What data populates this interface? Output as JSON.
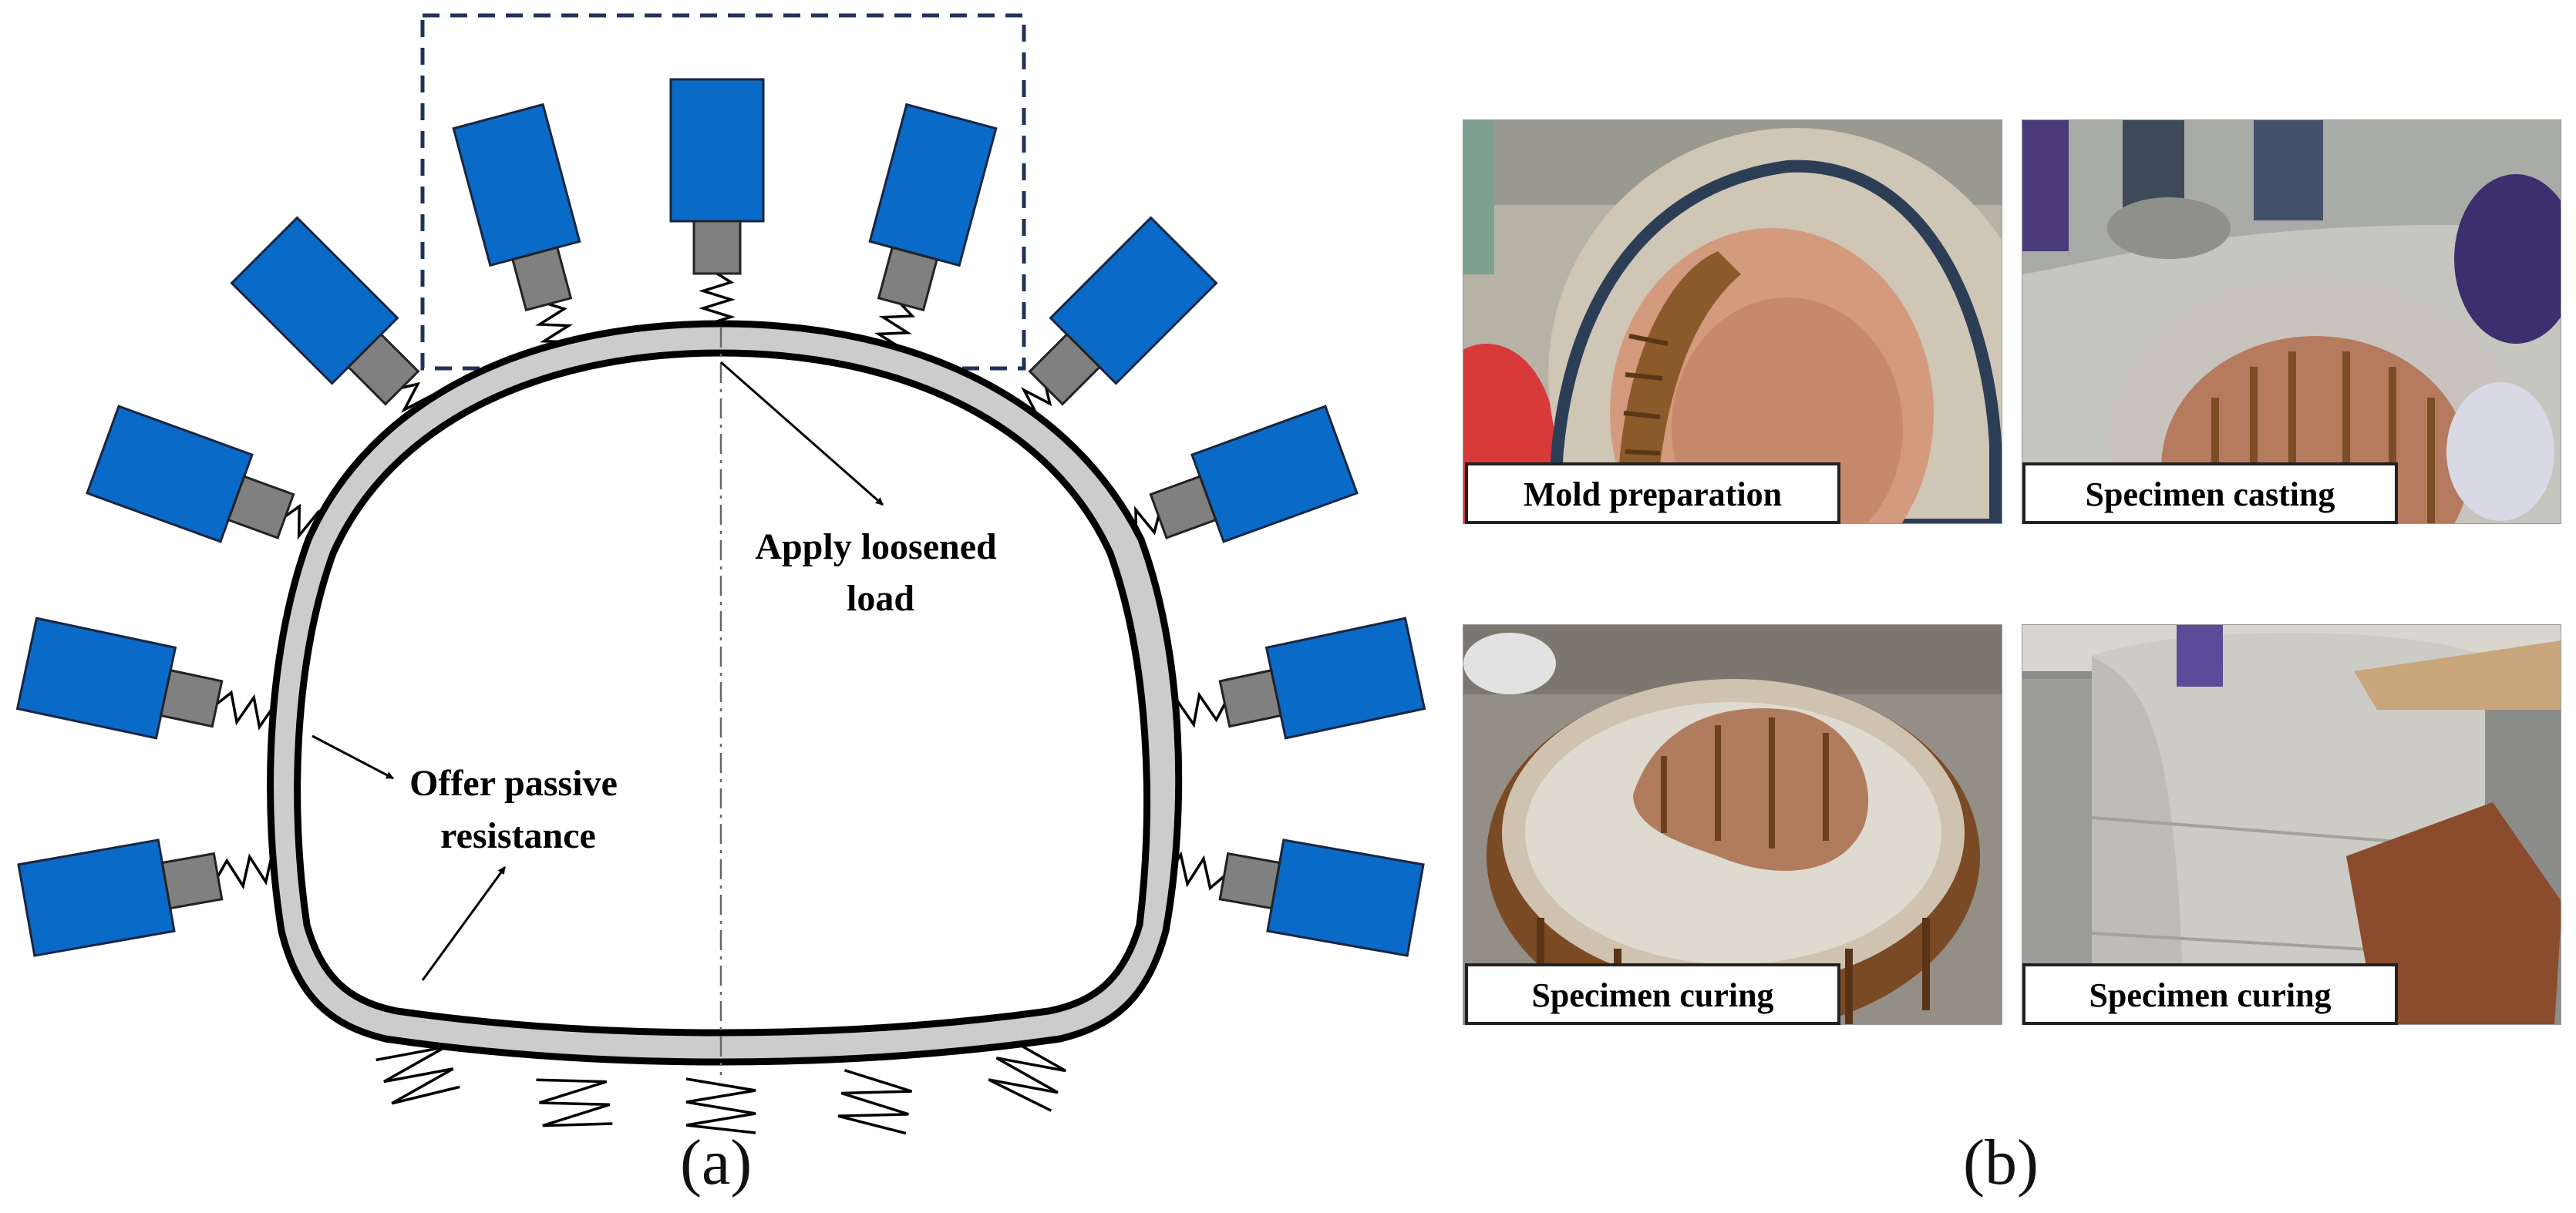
{
  "panel_a": {
    "label": "(a)",
    "annotation_loosened": [
      "Apply loosened",
      "load"
    ],
    "annotation_passive": [
      "Offer passive",
      "resistance"
    ],
    "colors": {
      "actuator_body": "#0a6ac8",
      "actuator_piston": "#808080",
      "lining_fill": "#cccccc",
      "lining_stroke": "#000000",
      "dashed_box": "#1f3358"
    }
  },
  "panel_b": {
    "label": "(b)",
    "photos": [
      {
        "caption": "Mold preparation"
      },
      {
        "caption": "Specimen casting"
      },
      {
        "caption": "Specimen curing"
      },
      {
        "caption": "Specimen curing"
      }
    ]
  }
}
